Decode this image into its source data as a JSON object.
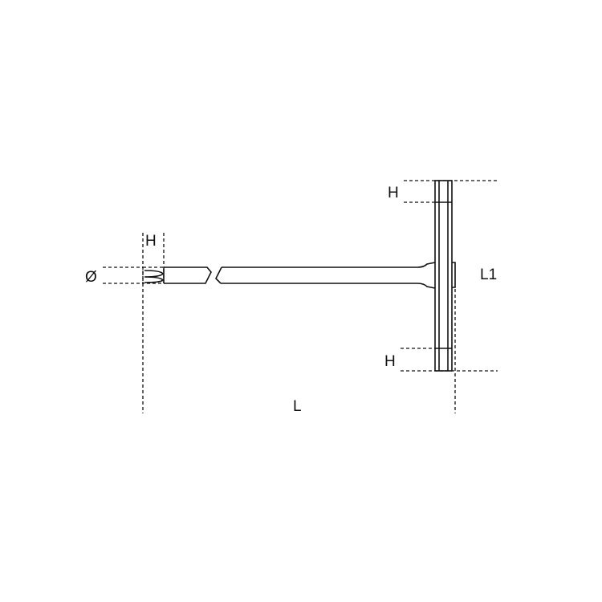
{
  "labels": {
    "tip_h": "H",
    "diameter": "Ø",
    "handle_top_h": "H",
    "handle_bottom_h": "H",
    "handle_length": "L1",
    "length": "L"
  }
}
